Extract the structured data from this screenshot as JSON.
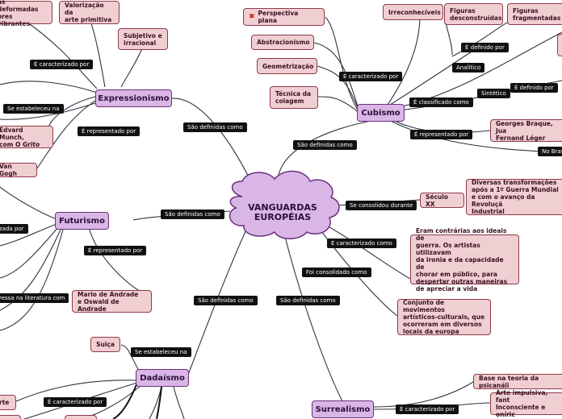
{
  "center": {
    "title": "VANGUARDAS\nEUROPÉIAS"
  },
  "branches": {
    "expressionismo": "Expressionismo",
    "cubismo": "Cubismo",
    "futurismo": "Futurismo",
    "dadaismo": "Dadaísmo",
    "surrealismo": "Surrealismo"
  },
  "leaves": {
    "formas_deformadas": "as deformadas\nores vibrantes",
    "valorizacao": "Valorização da\narte primitiva",
    "subjetivo": "Subjetivo e\nirracional",
    "edvard_munch": "Edvard Munch,\ncom O Grito",
    "van_gogh": "Van Gogh",
    "perspectiva": "Perspectiva plana",
    "abstracionismo": "Abstracionismo",
    "geometrizacao": "Geometrização",
    "tecnica_colagem": "Técnica da\ncolagem",
    "irreconheciveis": "Irreconhecíveis",
    "figuras_desconstruidas": "Figuras\ndesconstruídas",
    "figuras_fragmentadas": "Figuras\nfragmentadas",
    "braque_leger": "Georges Braque, Jua\nFernand Léger",
    "seculo_xx": "Século XX",
    "transformacoes": "Diversas transformações\napós a 1º Guerra Mundial\ne com o avanço da Revoluçã\nIndustrial",
    "contrarias": "Eram contrárias aos ideais de\nguerra. Os artistas utilizavam\nda ironia e da capacidade de\nchorar em público, para\ndespertar outras maneiras\nde apreciar a vida",
    "conjunto": "Conjunto de movimentos\nartísticos-culturais, que\nocorreram em diversos\nlocais da europa",
    "mario_oswald": "Mario de Andrade\ne Oswald de Andrade",
    "suica": "Suiça",
    "rte": "rte",
    "psicanalise": "Base na teoria da psicanáli",
    "arte_impulsiva": "Arte impulsiva, fant\nInconsciente e oníric"
  },
  "labels": {
    "e_caracterizado_por": "É caracterizado por",
    "se_estabeleceu_na": "Se estabeleceu na",
    "e_representado_por": "É representado por",
    "sao_definidas_como": "São definidas como",
    "e_definido_por": "É definido por",
    "analitico": "Analítico",
    "sintetico": "Sintético",
    "e_classificado_como": "É classificado como",
    "no_brasil": "No Brasi",
    "se_consolidou_durante": "Se consolidou durante",
    "e_caracterizado_como": "É caracterizado como",
    "foi_consolidado_como": "Foi consolidado como",
    "zada_por": "zada por",
    "ressa_na_literatura": "ressa na literatura com"
  }
}
